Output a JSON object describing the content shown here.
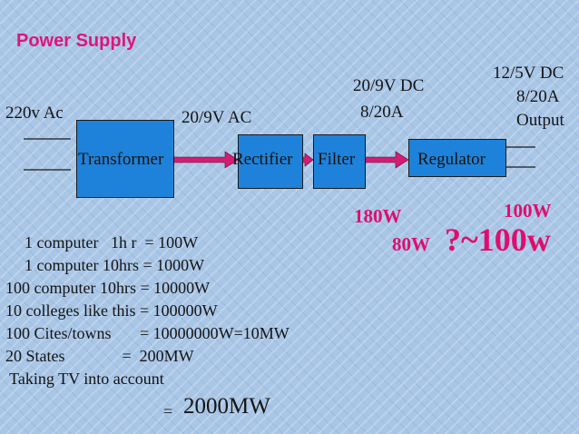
{
  "title": "Power Supply",
  "colors": {
    "box_fill": "#1e82da",
    "accent": "#e00d6e",
    "background": "#a9c6e6"
  },
  "blocks": {
    "transformer": "Transformer",
    "rectifier": "Rectifier",
    "filter": "Filter",
    "regulator": "Regulator"
  },
  "labels": {
    "input": "220v Ac",
    "after_transformer": "20/9V AC",
    "dc_voltage": "20/9V DC",
    "dc_current": "8/20A",
    "output_voltage": "12/5V DC",
    "output_current": "8/20A",
    "output": "Output"
  },
  "power": {
    "filter_watts": "180W",
    "output_watts": "100W",
    "regulator_watts": "80W",
    "estimate": "?~100w"
  },
  "calculations": [
    "  1 computer   1h r  = 100W",
    "  1 computer 10hrs = 1000W",
    "100 computer 10hrs = 10000W",
    "10 colleges like this = 100000W",
    "100 Cites/towns       = 10000000W=10MW",
    "20 States              =  200MW",
    " Taking TV into account"
  ],
  "total": {
    "equals": "=",
    "value": "2000MW"
  }
}
